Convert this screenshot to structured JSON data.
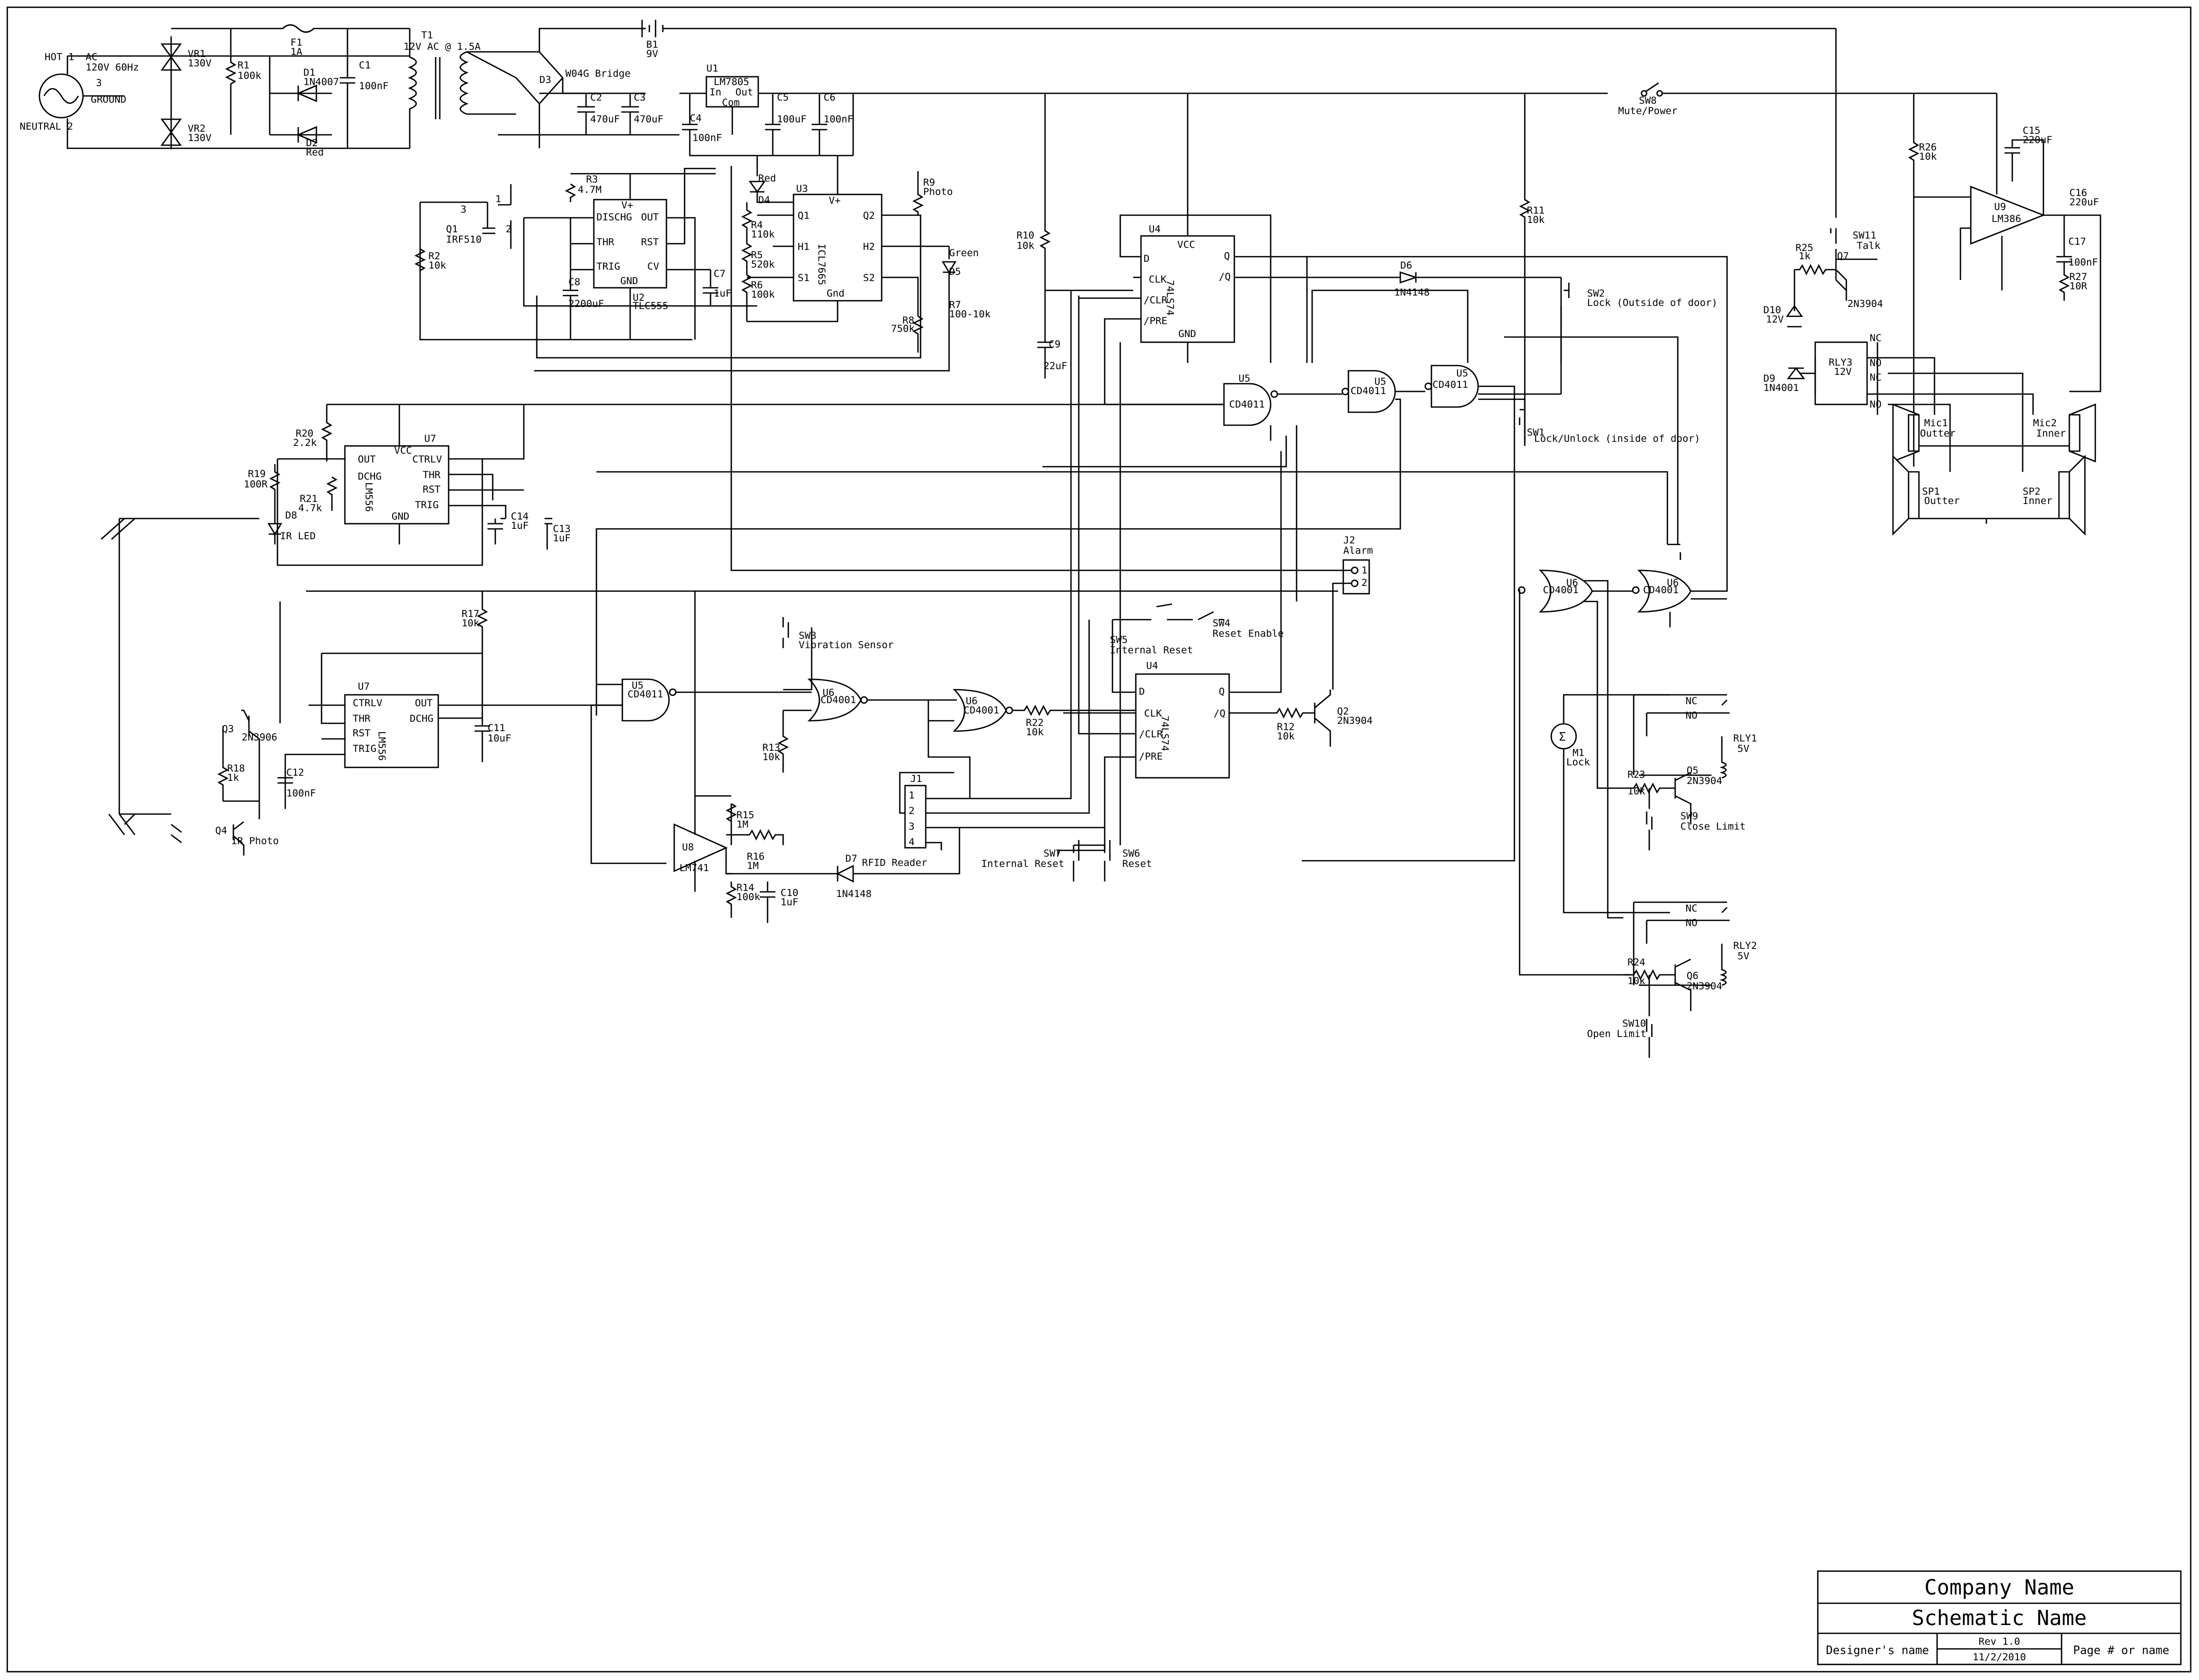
{
  "title_block": {
    "company": "Company Name",
    "schematic": "Schematic Name",
    "designer": "Designer's name",
    "rev": "Rev 1.0",
    "date": "11/2/2010",
    "page": "Page # or name"
  },
  "power": {
    "hot": "HOT 1",
    "ac_label": "AC",
    "ac_rating": "120V 60Hz",
    "pin3": "3",
    "ground": "GROUND",
    "neutral": "NEUTRAL 2",
    "vr1": "VR1",
    "vr1_v": "130V",
    "vr2": "VR2",
    "vr2_v": "130V",
    "f1": "F1",
    "f1_v": "1A",
    "r1": "R1",
    "r1_v": "100k",
    "d1": "D1",
    "d1_v": "1N4007",
    "d2": "D2",
    "d2_v": "Red",
    "c1": "C1",
    "c1_v": "100nF",
    "t1": "T1",
    "t1_v": "12V AC @ 1.5A",
    "d3": "D3",
    "bridge": "W04G Bridge",
    "c2": "C2",
    "c2_v": "470uF",
    "c3": "C3",
    "c3_v": "470uF",
    "b1": "B1",
    "b1_v": "9V",
    "u1": "U1",
    "u1_v": "LM7805",
    "u1_in": "In",
    "u1_out": "Out",
    "u1_com": "Com",
    "c4": "C4",
    "c4_v": "100nF",
    "c5": "C5",
    "c5_v": "100uF",
    "c6": "C6",
    "c6_v": "100nF",
    "sw8": "SW8",
    "sw8_v": "Mute/Power"
  },
  "timer_section": {
    "q1": "Q1",
    "q1_v": "IRF510",
    "r2": "R2",
    "r2_v": "10k",
    "r3": "R3",
    "r3_v": "4.7M",
    "u2": "U2",
    "u2_v": "TLC555",
    "p_vplus": "V+",
    "p_dischg": "DISCHG",
    "p_out": "OUT",
    "p_thr": "THR",
    "p_rst": "RST",
    "p_trig": "TRIG",
    "p_cv": "CV",
    "p_gnd": "GND",
    "c7": "C7",
    "c7_v": "1uF",
    "c8": "C8",
    "c8_v": "2200uF",
    "d4": "D4",
    "d4_v": "Red",
    "r4": "R4",
    "r4_v": "110k",
    "r5": "R5",
    "r5_v": "520k",
    "r6": "R6",
    "r6_v": "100k",
    "u3": "U3",
    "u3_v": "ICL7665",
    "p_q1": "Q1",
    "p_h1": "H1",
    "p_s1": "S1",
    "p_q2": "Q2",
    "p_h2": "H2",
    "p_s2": "S2",
    "p_gnd2": "Gnd",
    "r7": "R7",
    "r7_v": "100-10k",
    "r8": "R8",
    "r8_v": "750k",
    "r9": "R9",
    "r9_v": "Photo",
    "d5": "D5",
    "d5_v": "Green"
  },
  "logic": {
    "r10": "R10",
    "r10_v": "10k",
    "c9": "C9",
    "c9_v": "22uF",
    "u4": "U4",
    "u4_v": "74LS74",
    "p_d": "D",
    "p_clk": "CLK",
    "p_clr": "/CLR",
    "p_pre": "/PRE",
    "p_q": "Q",
    "p_nq": "/Q",
    "p_vcc": "VCC",
    "p_gnd": "GND",
    "u5": "U5",
    "u5_v": "CD4011",
    "u6": "U6",
    "u6_v": "CD4001",
    "d6": "D6",
    "d6_v": "1N4148",
    "r11": "R11",
    "r11_v": "10k",
    "sw2": "SW2",
    "sw2_v": "Lock (Outside of door)",
    "sw1": "SW1",
    "sw1_v": "Lock/Unlock (inside of door)",
    "j2": "J2",
    "j2_v": "Alarm",
    "sw4": "SW4",
    "sw4_v": "Reset Enable",
    "sw5": "SW5",
    "sw5_v": "Internal Reset",
    "q2": "Q2",
    "q2_v": "2N3904",
    "r12": "R12",
    "r12_v": "10k",
    "r22": "R22",
    "r22_v": "10k",
    "sw3": "SW3",
    "sw3_v": "Vibration Sensor",
    "r13": "R13",
    "r13_v": "10k",
    "j1": "J1",
    "j1_v": "RFID Reader",
    "d7": "D7",
    "d7_v": "1N4148",
    "sw6": "SW6",
    "sw6_v": "Reset",
    "sw7": "SW7",
    "sw7_v": "Internal Reset"
  },
  "ir_section": {
    "r20": "R20",
    "r20_v": "2.2k",
    "r19": "R19",
    "r19_v": "100R",
    "r21": "R21",
    "r21_v": "4.7k",
    "d8": "D8",
    "d8_v": "IR LED",
    "u7": "U7",
    "u7_v": "LM556",
    "p_out": "OUT",
    "p_dchg": "DCHG",
    "p_vcc": "VCC",
    "p_ctrlv": "CTRLV",
    "p_thr": "THR",
    "p_rst": "RST",
    "p_trig": "TRIG",
    "p_gnd": "GND",
    "c13": "C13",
    "c13_v": "1uF",
    "c14": "C14",
    "c14_v": "1uF",
    "r17": "R17",
    "r17_v": "10k",
    "q3": "Q3",
    "q3_v": "2N3906",
    "r18": "R18",
    "r18_v": "1k",
    "c12": "C12",
    "c12_v": "100nF",
    "c11": "C11",
    "c11_v": "10uF",
    "q4": "Q4",
    "q4_v": "IR Photo",
    "u8": "U8",
    "u8_v": "LM741",
    "r15": "R15",
    "r15_v": "1M",
    "r16": "R16",
    "r16_v": "1M",
    "r14": "R14",
    "r14_v": "100k",
    "c10": "C10",
    "c10_v": "1uF"
  },
  "audio": {
    "sw11": "SW11",
    "sw11_v": "Talk",
    "r25": "R25",
    "r25_v": "1k",
    "q7": "Q7",
    "q7_v": "2N3904",
    "d10": "D10",
    "d10_v": "12V",
    "d9": "D9",
    "d9_v": "1N4001",
    "rly3": "RLY3",
    "rly3_v": "12V",
    "r26": "R26",
    "r26_v": "10k",
    "u9": "U9",
    "u9_v": "LM386",
    "c15": "C15",
    "c15_v": "220uF",
    "c16": "C16",
    "c16_v": "220uF",
    "c17": "C17",
    "c17_v": "100nF",
    "r27": "R27",
    "r27_v": "10R",
    "mic1": "Mic1",
    "mic1_v": "Outter",
    "mic2": "Mic2",
    "mic2_v": "Inner",
    "sp1": "SP1",
    "sp1_v": "Outter",
    "sp2": "SP2",
    "sp2_v": "Inner",
    "nc": "NC",
    "no": "NO"
  },
  "motor": {
    "m1": "M1",
    "m1_v": "Lock",
    "rly1": "RLY1",
    "rly1_v": "5V",
    "rly2": "RLY2",
    "rly2_v": "5V",
    "q5": "Q5",
    "q5_v": "2N3904",
    "q6": "Q6",
    "q6_v": "2N3904",
    "r23": "R23",
    "r23_v": "10k",
    "r24": "R24",
    "r24_v": "10k",
    "sw9": "SW9",
    "sw9_v": "Close Limit",
    "sw10": "SW10",
    "sw10_v": "Open Limit",
    "nc": "NC",
    "no": "NO"
  }
}
